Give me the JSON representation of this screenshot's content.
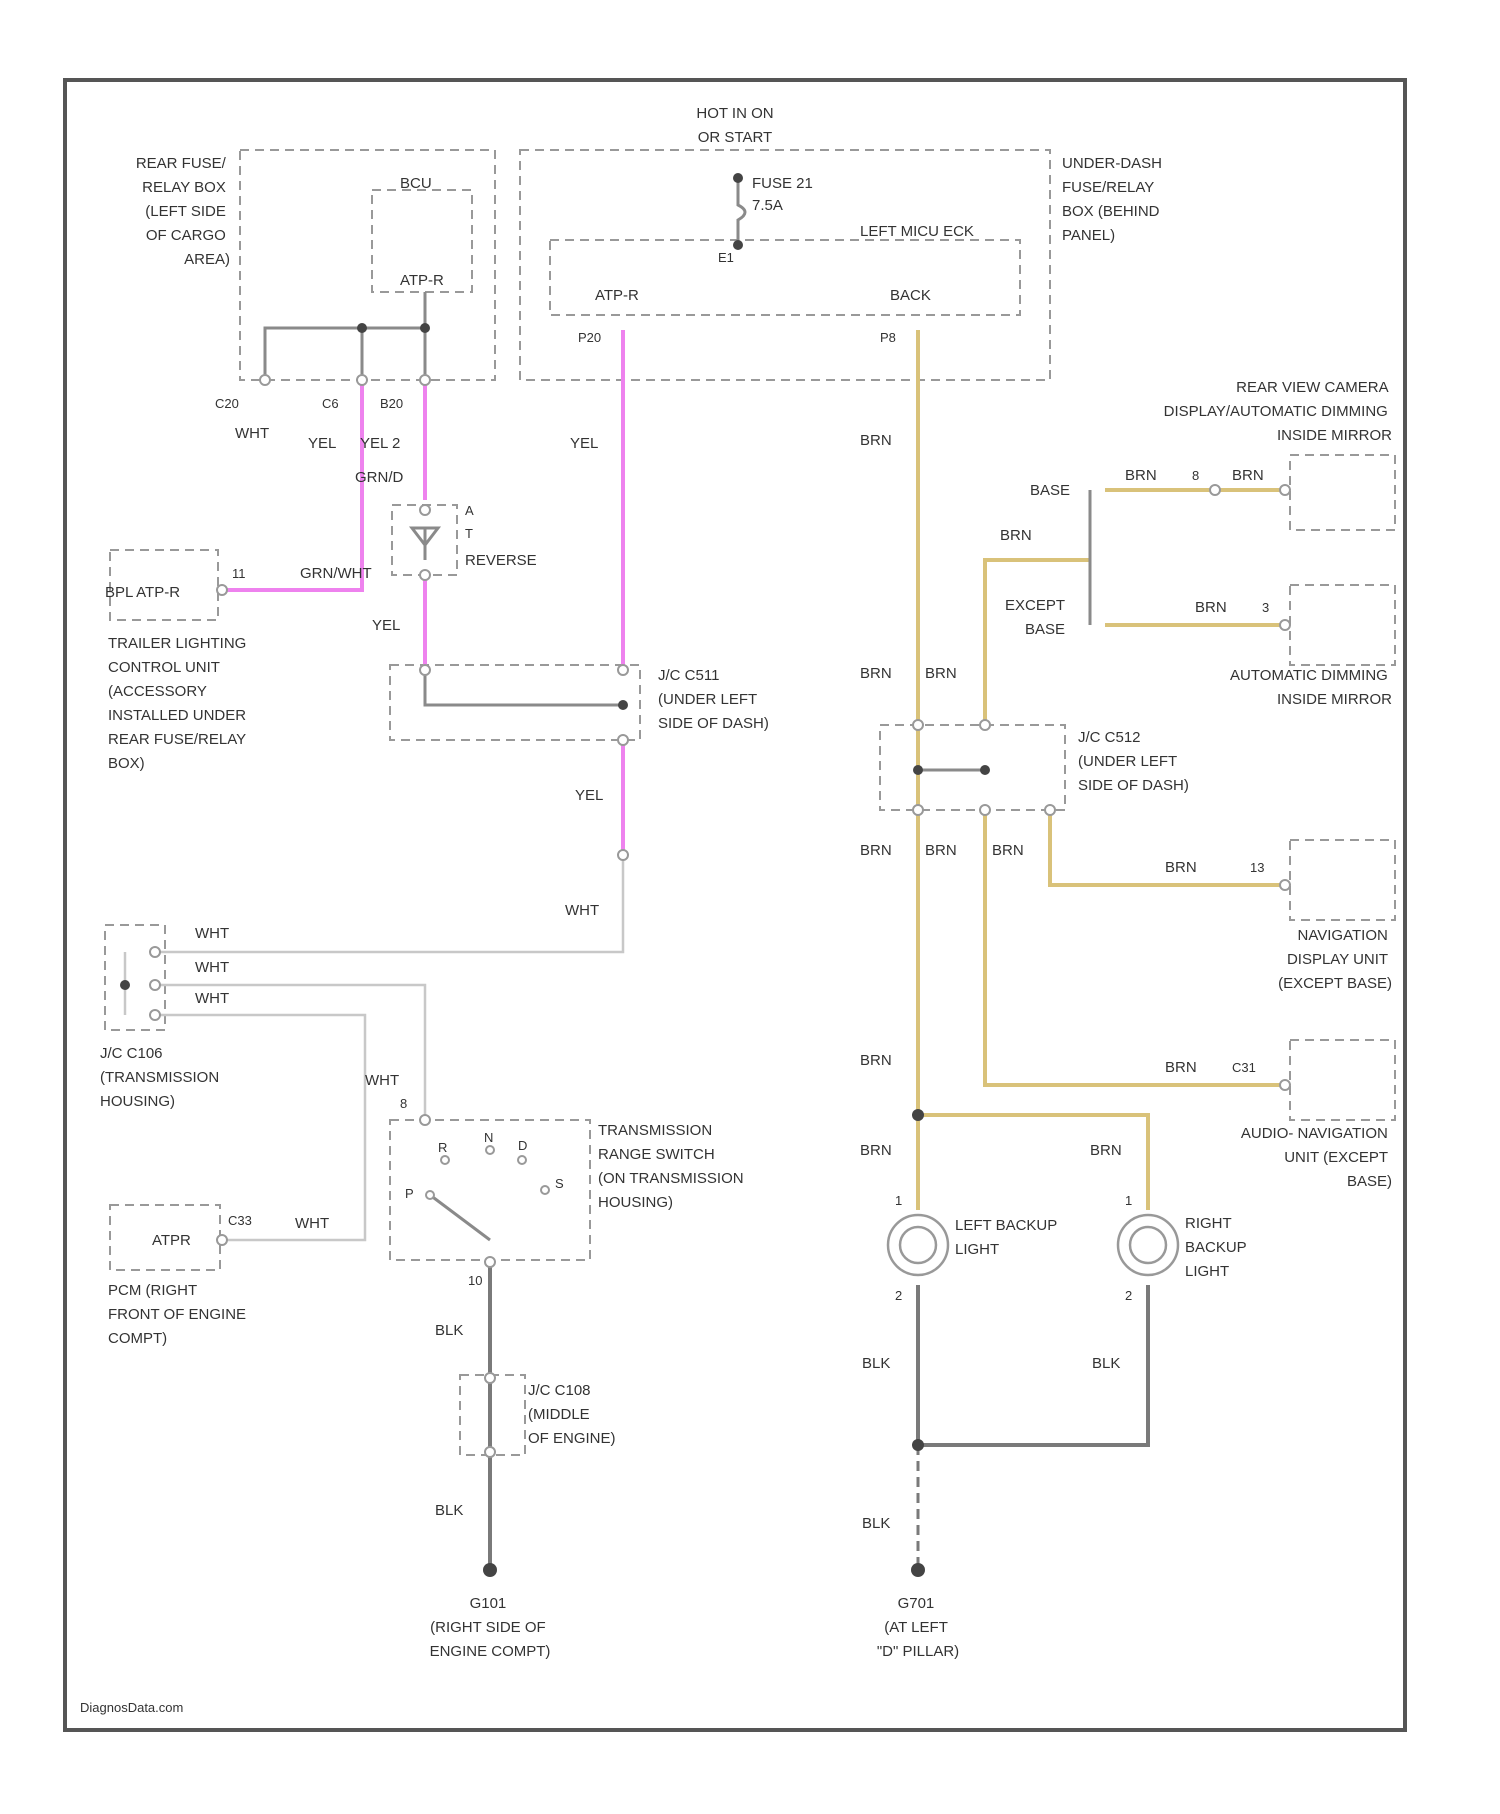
{
  "colors": {
    "pink_wire": "#ee82ee",
    "tan_wire": "#d9c27a",
    "gray_wire": "#8a8a8a"
  },
  "labels": {
    "hot_in": [
      "HOT IN ON",
      "OR START"
    ],
    "rear_fuse_box": [
      "REAR FUSE/",
      "RELAY BOX",
      "(LEFT SIDE",
      "OF CARGO",
      "AREA)"
    ],
    "under_dash_box": [
      "UNDER-DASH",
      "FUSE/RELAY",
      "BOX (BEHIND",
      "PANEL)"
    ],
    "fuse": [
      "FUSE 21",
      "7.5A"
    ],
    "bcu": "BCU",
    "atp_r_top": "ATP-R",
    "left_micu": "LEFT MICU ECK",
    "atp_r": "ATP-R",
    "back": "BACK",
    "pin_p20": "P20",
    "pin_p8": "P8",
    "pin_c20": "C20",
    "pin_c6": "C6",
    "pin_b20": "B20",
    "pin_e1": "E1",
    "wht_a": "WHT",
    "yel_a": "YEL",
    "yel_2": "YEL 2",
    "yel_b": "YEL",
    "green": "GRN/D",
    "reverse_pins": [
      "A",
      "T"
    ],
    "reverse": "REVERSE",
    "yel_c": "YEL",
    "trailer_conn": "BPL ATP-R",
    "trailer_pin": "11",
    "trailer_wire": "GRN/WHT",
    "trailer_unit": [
      "TRAILER LIGHTING",
      "CONTROL UNIT",
      "(ACCESSORY",
      "INSTALLED UNDER",
      "REAR FUSE/RELAY",
      "BOX)"
    ],
    "jc_c511": [
      "J/C C511",
      "(UNDER LEFT",
      "SIDE OF DASH)"
    ],
    "yel_d": "YEL",
    "wht_b": "WHT",
    "jc_c106_wires": [
      "WHT",
      "WHT",
      "WHT"
    ],
    "jc_c106": [
      "J/C C106",
      "(TRANSMISSION",
      "HOUSING)"
    ],
    "wht_c": "WHT",
    "pin_8": "8",
    "trans_switch": [
      "TRANSMISSION",
      "RANGE SWITCH",
      "(ON TRANSMISSION",
      "HOUSING)"
    ],
    "switch_positions": [
      "R",
      "N",
      "D",
      "P",
      "S"
    ],
    "pin_10": "10",
    "atpr_pcm": "ATPR",
    "pcm_pin": "C33",
    "wht_d": "WHT",
    "pcm": [
      "PCM (RIGHT",
      "FRONT OF ENGINE",
      "COMPT)"
    ],
    "blk_a": "BLK",
    "jc_c108": [
      "J/C C108",
      "(MIDDLE",
      "OF ENGINE)"
    ],
    "blk_b": "BLK",
    "g101": [
      "G101",
      "(RIGHT SIDE OF",
      "ENGINE COMPT)"
    ],
    "brn_main": "BRN",
    "rear_cam": [
      "REAR VIEW CAMERA",
      "DISPLAY/AUTOMATIC DIMMING",
      "INSIDE MIRROR"
    ],
    "base": "BASE",
    "brn_base": [
      "BRN",
      "8",
      "BRN"
    ],
    "brn_mid": "BRN",
    "except_base": [
      "EXCEPT",
      "BASE"
    ],
    "brn_ex": [
      "BRN",
      "3"
    ],
    "auto_mirror": [
      "AUTOMATIC DIMMING",
      "INSIDE MIRROR"
    ],
    "brn_pair": [
      "BRN",
      "BRN"
    ],
    "jc_c512": [
      "J/C C512",
      "(UNDER LEFT",
      "SIDE OF DASH)"
    ],
    "brn_triple": [
      "BRN",
      "BRN",
      "BRN"
    ],
    "brn_nav": [
      "BRN",
      "13"
    ],
    "nav_display": [
      "NAVIGATION",
      "DISPLAY UNIT",
      "(EXCEPT BASE)"
    ],
    "brn_low": "BRN",
    "brn_audio": [
      "BRN",
      "C31"
    ],
    "audio_nav": [
      "AUDIO- NAVIGATION",
      "UNIT (EXCEPT",
      "BASE)"
    ],
    "brn_left": "BRN",
    "brn_right": "BRN",
    "left_backup": [
      "LEFT BACKUP",
      "LIGHT"
    ],
    "right_backup": [
      "RIGHT",
      "BACKUP",
      "LIGHT"
    ],
    "lamp_pins": [
      "1",
      "2",
      "1",
      "2"
    ],
    "blk_l": "BLK",
    "blk_r": "BLK",
    "blk_g": "BLK",
    "g701": [
      "G701",
      "(AT LEFT",
      "\"D\" PILLAR)"
    ],
    "watermark": "DiagnosData.com"
  }
}
